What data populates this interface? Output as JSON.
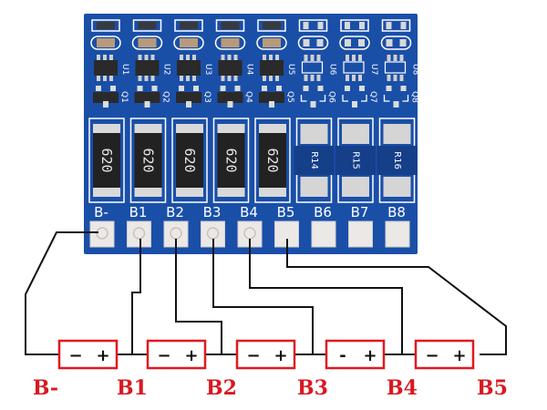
{
  "title": "5S BMS balance board wiring diagram",
  "board": {
    "color": "#1a4fa8",
    "pad_labels": [
      "B-",
      "B1",
      "B2",
      "B3",
      "B4",
      "B5",
      "B6",
      "B7",
      "B8"
    ],
    "ic_labels": [
      "U1",
      "U2",
      "U3",
      "U4",
      "U5",
      "U6",
      "U7",
      "U8"
    ],
    "transistor_labels": [
      "Q1",
      "Q2",
      "Q3",
      "Q4",
      "Q5",
      "Q6",
      "Q7",
      "Q8"
    ],
    "populated_resistors": [
      {
        "code": "620"
      },
      {
        "code": "620"
      },
      {
        "code": "620"
      },
      {
        "code": "620"
      },
      {
        "code": "620"
      }
    ],
    "empty_resistor_refs": [
      "R14",
      "R15",
      "R16"
    ]
  },
  "cells": [
    {
      "neg": "−",
      "pos": "+"
    },
    {
      "neg": "−",
      "pos": "+"
    },
    {
      "neg": "−",
      "pos": "+"
    },
    {
      "neg": "-",
      "pos": "+"
    },
    {
      "neg": "−",
      "pos": "+"
    }
  ],
  "node_labels": [
    "B-",
    "B1",
    "B2",
    "B3",
    "B4",
    "B5"
  ],
  "colors": {
    "cell_outline": "#e0191f",
    "node_label": "#d71920",
    "wire": "#111111"
  }
}
